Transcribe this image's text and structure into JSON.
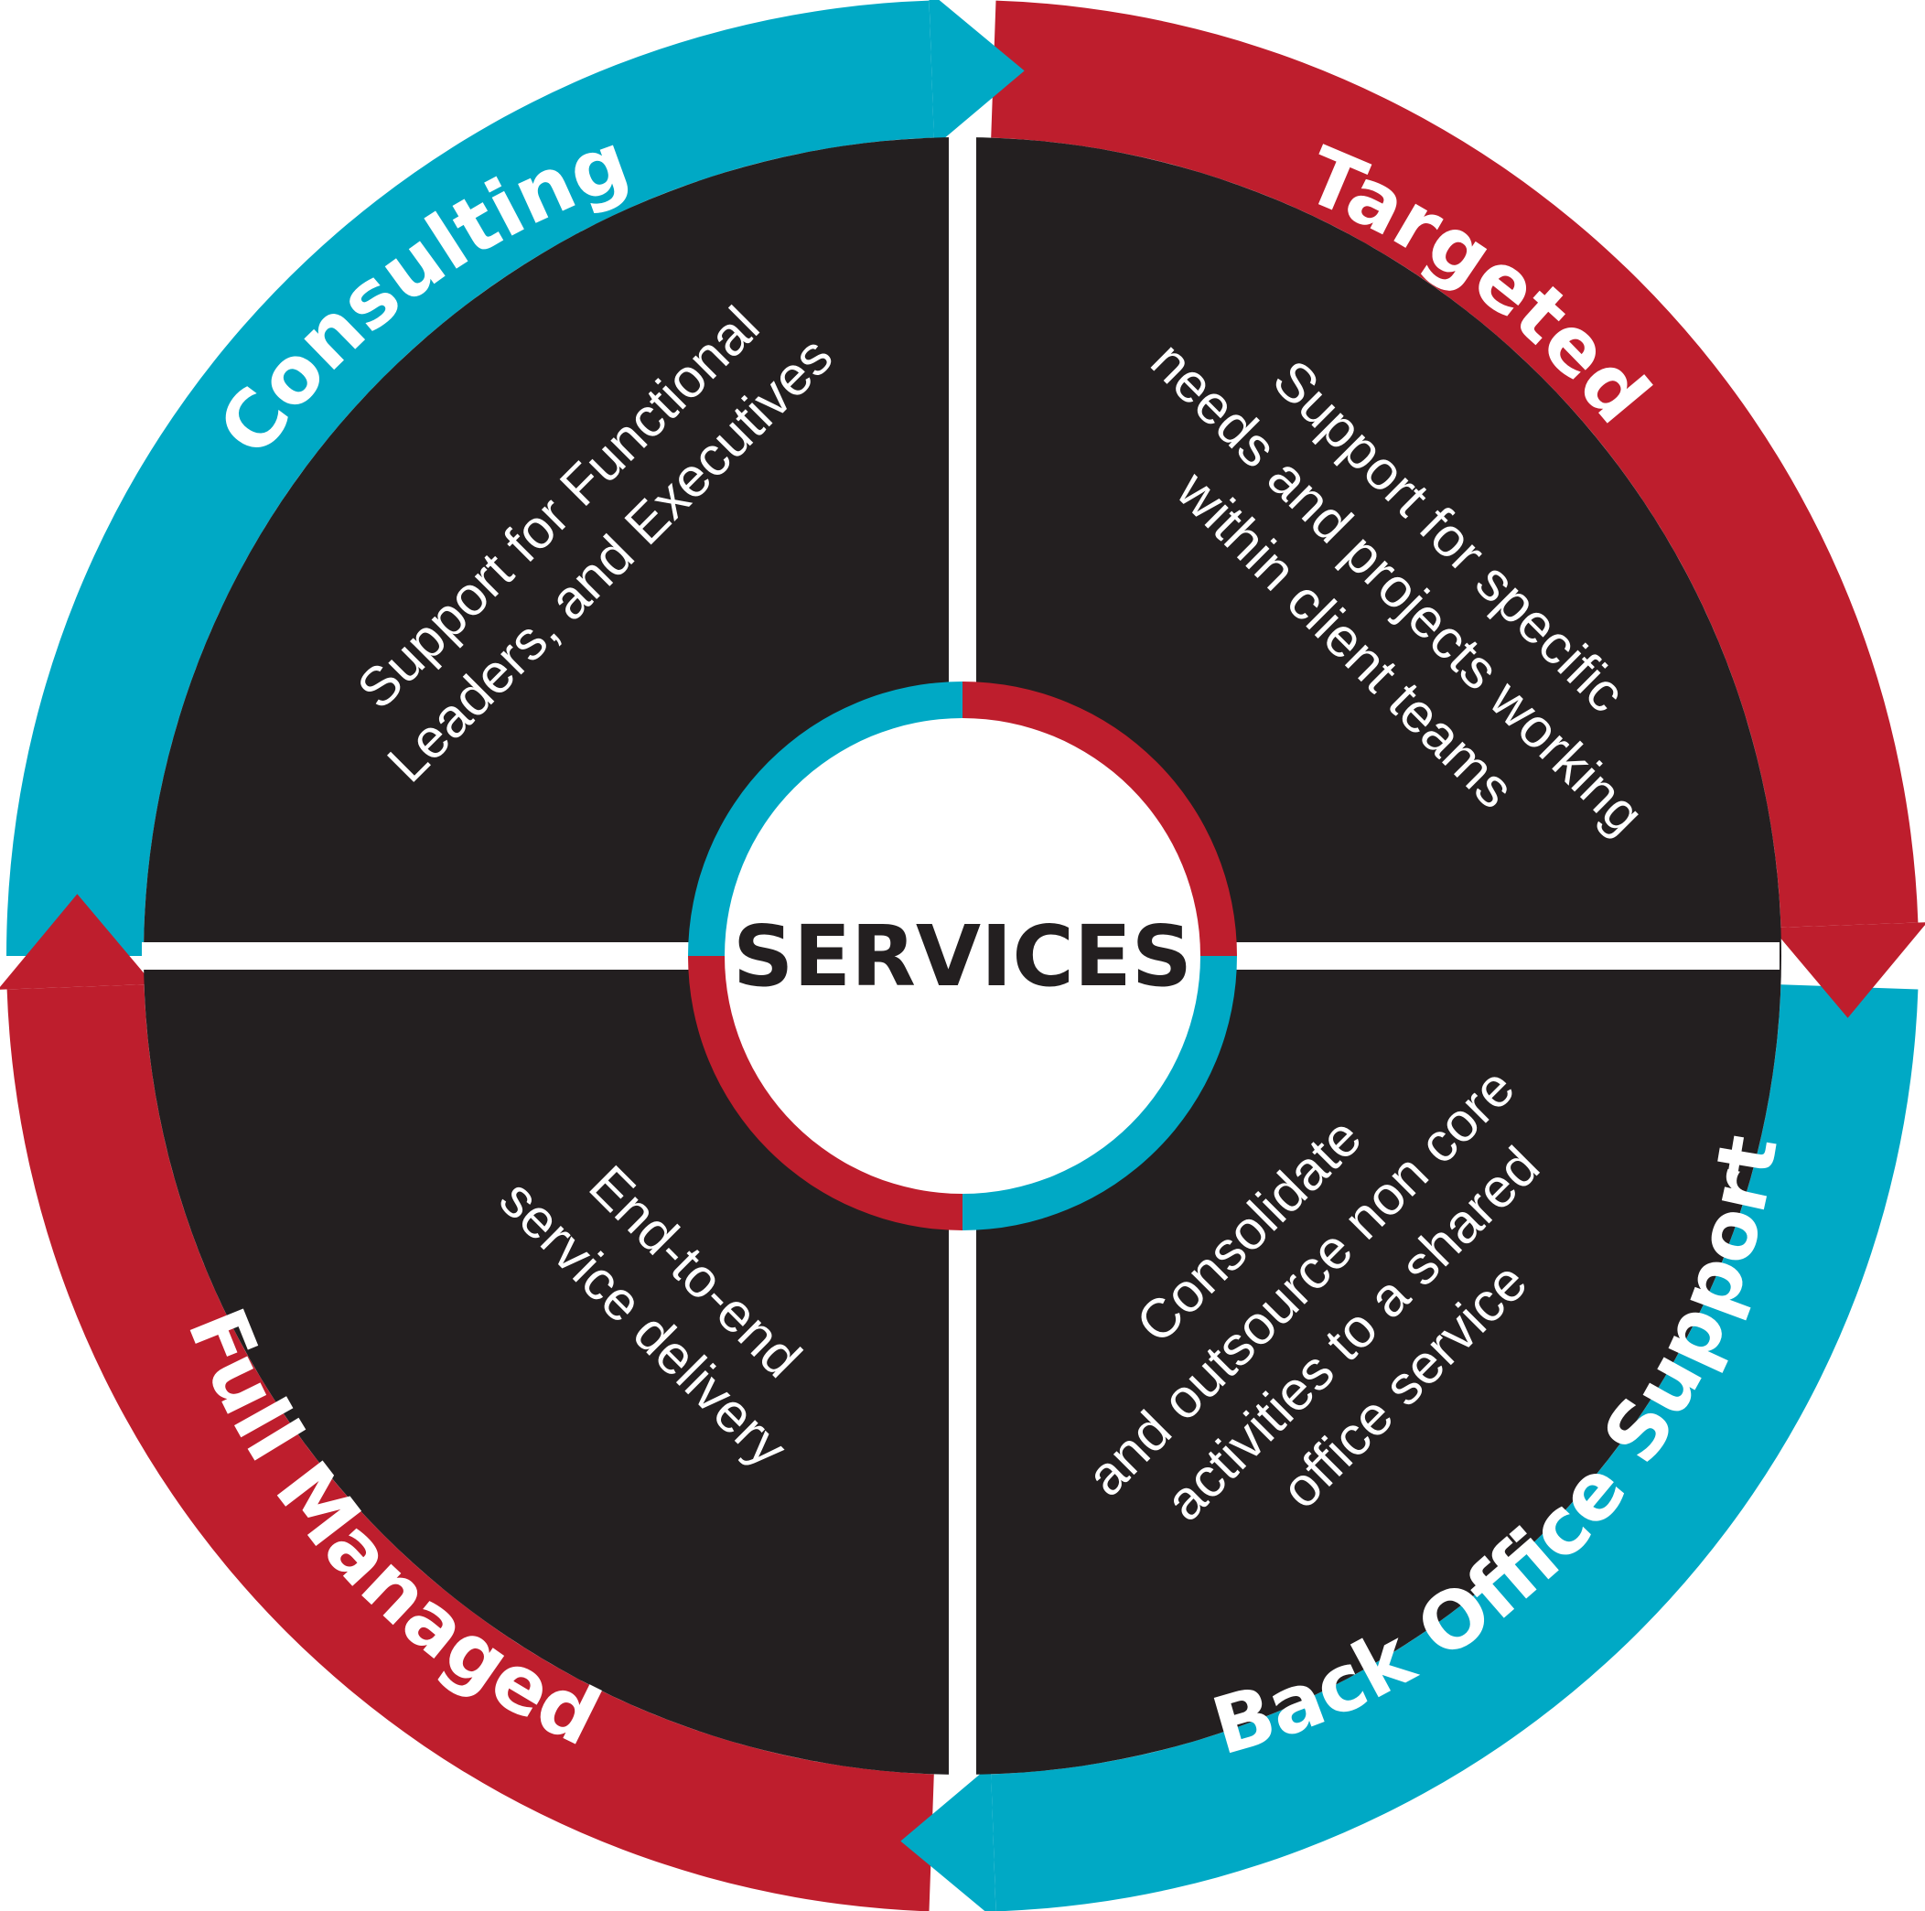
{
  "center": {
    "title": "SERVICES"
  },
  "colors": {
    "teal": "#00a9c5",
    "red": "#be1e2d",
    "dark": "#231f20",
    "white": "#ffffff"
  },
  "segments": [
    {
      "key": "consulting",
      "label": "Consulting",
      "color_key": "teal",
      "description": [
        "Support for Functional",
        "Leaders, and Executives"
      ]
    },
    {
      "key": "targeted",
      "label": "Targeted",
      "color_key": "red",
      "description": [
        "Support for specific",
        "needs and projects working",
        "within client teams"
      ]
    },
    {
      "key": "back-office-support",
      "label": "Back Office Support",
      "color_key": "teal",
      "description": [
        "Consolidate",
        "and outsource non core",
        "activities to a shared",
        "office service"
      ]
    },
    {
      "key": "full-managed",
      "label": "Full Managed",
      "color_key": "red",
      "description": [
        "End-to-end",
        "service delivery"
      ]
    }
  ]
}
